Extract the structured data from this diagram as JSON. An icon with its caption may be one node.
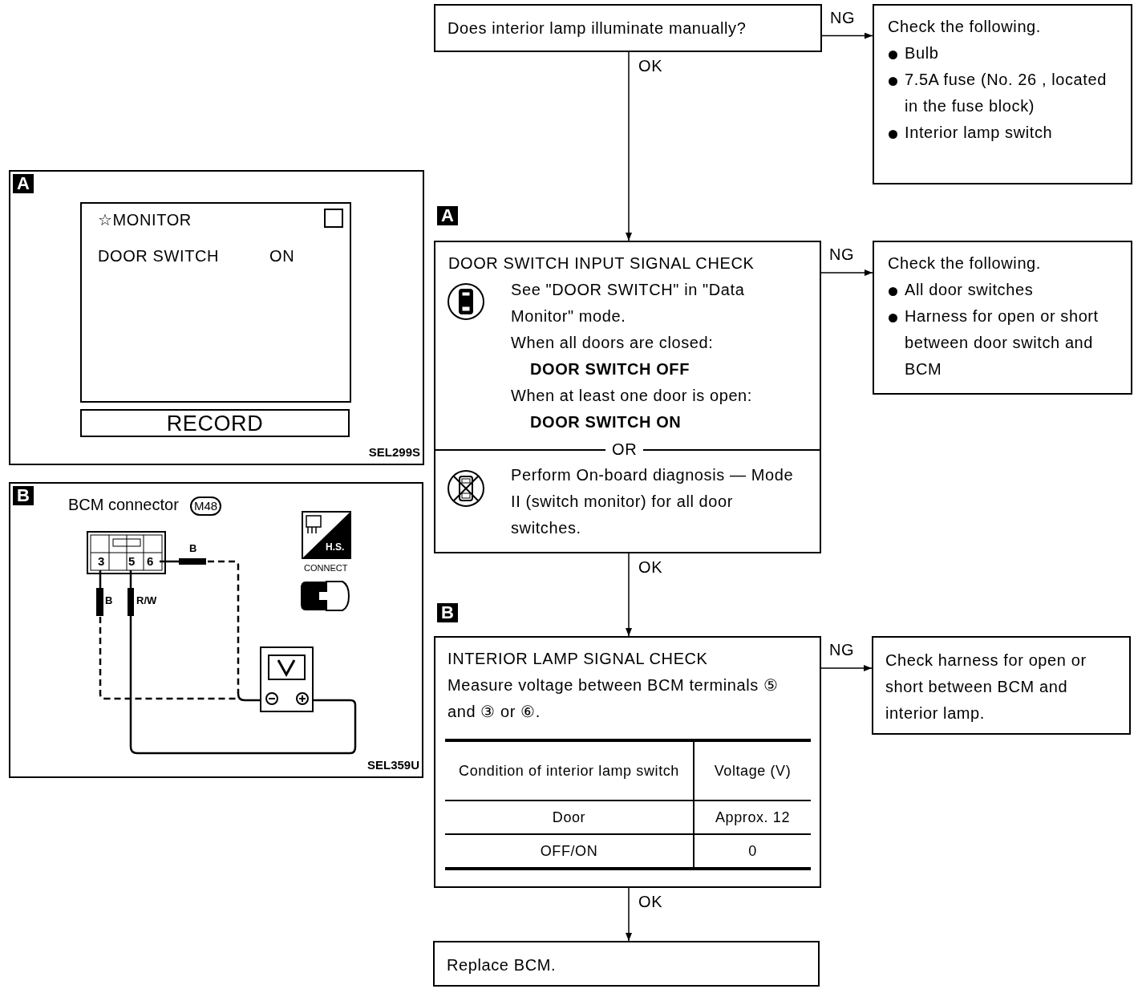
{
  "diagram": {
    "nodes": [
      {
        "text": [
          "Does interior lamp illuminate manually?"
        ]
      },
      {
        "text": [
          "Check the following.",
          "Bulb",
          "7.5A fuse (No. 26 , located in the fuse block)",
          "Interior lamp switch"
        ]
      },
      {
        "text": [
          "DOOR SWITCH INPUT SIGNAL CHECK",
          "See \"DOOR SWITCH\" in \"Data Monitor\" mode.",
          "When all doors are closed:",
          "DOOR SWITCH OFF",
          "When at least one door is open:",
          "DOOR SWITCH ON",
          "OR",
          "Perform On-board diagnosis — Mode II (switch monitor) for all door switches."
        ]
      },
      {
        "text": [
          "Check the following.",
          "All door switches",
          "Harness for open or short between door switch and BCM"
        ]
      },
      {
        "text": [
          "INTERIOR LAMP SIGNAL CHECK",
          "Measure voltage between BCM terminals ⑤ and ③ or ⑥.",
          "Condition of interior lamp switch",
          "Voltage (V)",
          "Door",
          "Approx. 12",
          "OFF/ON",
          "0"
        ]
      },
      {
        "text": [
          "Check harness for open or short between BCM and interior lamp."
        ]
      },
      {
        "text": [
          "Replace BCM."
        ]
      },
      {
        "text": [
          "A",
          "SEL299S"
        ]
      },
      {
        "text": [
          "☆MONITOR",
          "DOOR SWITCH",
          "ON"
        ],
        "in": 7
      },
      {
        "text": [
          "RECORD"
        ],
        "in": 7
      },
      {
        "text": [
          "B",
          "BCM connector",
          "M48",
          "H.S.",
          "CONNECT",
          "3",
          "5",
          "6",
          "B",
          "B",
          "R/W",
          "SEL359U"
        ]
      }
    ],
    "edges": [
      {
        "from": 0,
        "to": 1,
        "arrow": "to",
        "label": "NG"
      },
      {
        "from": 0,
        "to": 2,
        "arrow": "to",
        "label": "OK"
      },
      {
        "from": 2,
        "to": 3,
        "arrow": "to",
        "label": "NG"
      },
      {
        "from": 2,
        "to": 4,
        "arrow": "to",
        "label": "OK"
      },
      {
        "from": 4,
        "to": 5,
        "arrow": "to",
        "label": "NG"
      },
      {
        "from": 4,
        "to": 6,
        "arrow": "to",
        "label": "OK"
      }
    ],
    "labels": [
      "A",
      "B"
    ]
  }
}
